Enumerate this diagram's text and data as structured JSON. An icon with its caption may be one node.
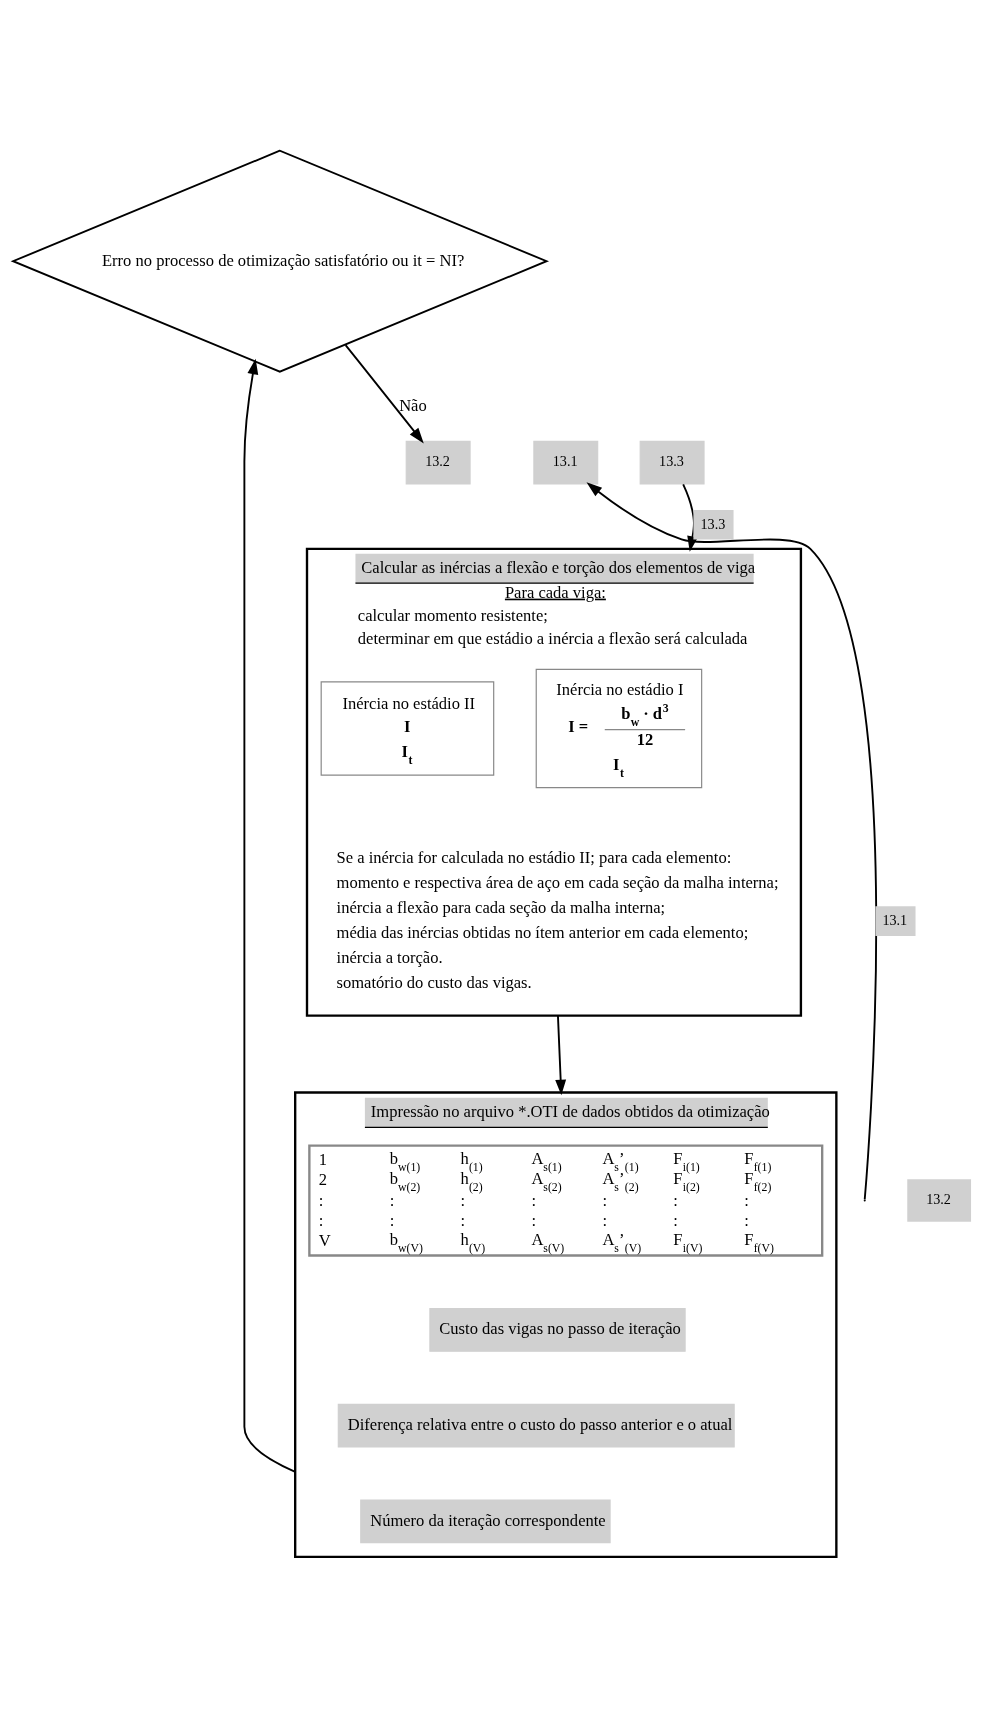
{
  "diagram": {
    "nodes": [
      {
        "text": [
          "Calcular as inércias a flexão e torção dos elementos de viga",
          "Para cada viga:",
          "calcular momento resistente;",
          "determinar em que estádio a inércia a flexão será calculada",
          "Se a inércia for calculada no estádio II; para cada elemento:",
          "momento e respectiva área de aço em cada seção da malha interna;",
          "inércia a flexão para cada seção da malha interna;",
          "média das inércias obtidas no ítem anterior em cada elemento;",
          "inércia a torção.",
          "somatório do custo das vigas."
        ]
      },
      {
        "text": [
          "Inércia no estádio I",
          "I =",
          "b$_{w}$ · d$^{3}$",
          "12",
          "I$_{t}$"
        ],
        "in": 0
      },
      {
        "text": [
          "Inércia no estádio II",
          "I",
          "I$_{t}$"
        ],
        "in": 0
      },
      {
        "text": [
          "Impressão no arquivo *.OTI de dados obtidos da otimização"
        ]
      },
      {
        "text": [
          "1",
          "b$_{w(1)}$",
          "h$_{(1)}$",
          "A$_{s(1)}$",
          "A$_{s}$’$_{(1)}$",
          "F$_{i(1)}$",
          "F$_{f(1)}$",
          "2",
          "b$_{w(2)}$",
          "h$_{(2)}$",
          "A$_{s(2)}$",
          "A$_{s}$’$_{(2)}$",
          "F$_{i(2)}$",
          "F$_{f(2)}$",
          ":",
          ":",
          ":",
          ":",
          ":",
          ":",
          ":",
          ":",
          ":",
          ":",
          ":",
          ":",
          ":",
          ":",
          "V",
          "b$_{w(V)}$",
          "h$_{(V)}$",
          "A$_{s(V)}$",
          "A$_{s}$’$_{(V)}$",
          "F$_{i(V)}$",
          "F$_{f(V)}$"
        ],
        "in": 3
      },
      {
        "text": [
          "Custo das vigas no passo de iteração"
        ],
        "in": 3
      },
      {
        "text": [
          "Diferença relativa entre o custo do passo anterior e o atual"
        ],
        "in": 3
      },
      {
        "text": [
          "Número da iteração correspondente"
        ],
        "in": 3
      },
      {
        "text": [
          "Erro no processo de otimização satisfatório ou it = NI?"
        ]
      },
      {
        "text": [
          "13.1"
        ]
      },
      {
        "text": [
          "13.2"
        ]
      },
      {
        "text": [
          "13.3"
        ]
      }
    ],
    "edges": [
      {
        "from": 11,
        "to": 0,
        "arrow": "to",
        "label": "13.3"
      },
      {
        "from": 0,
        "to": 3,
        "arrow": "to"
      },
      {
        "from": 3,
        "to": 8,
        "arrow": "to"
      },
      {
        "from": 8,
        "to": 10,
        "arrow": "to",
        "label": "Não"
      },
      {
        "from": null,
        "to": 9,
        "arrow": "to",
        "label": "13.1"
      }
    ],
    "labels": [
      "13.2"
    ]
  }
}
